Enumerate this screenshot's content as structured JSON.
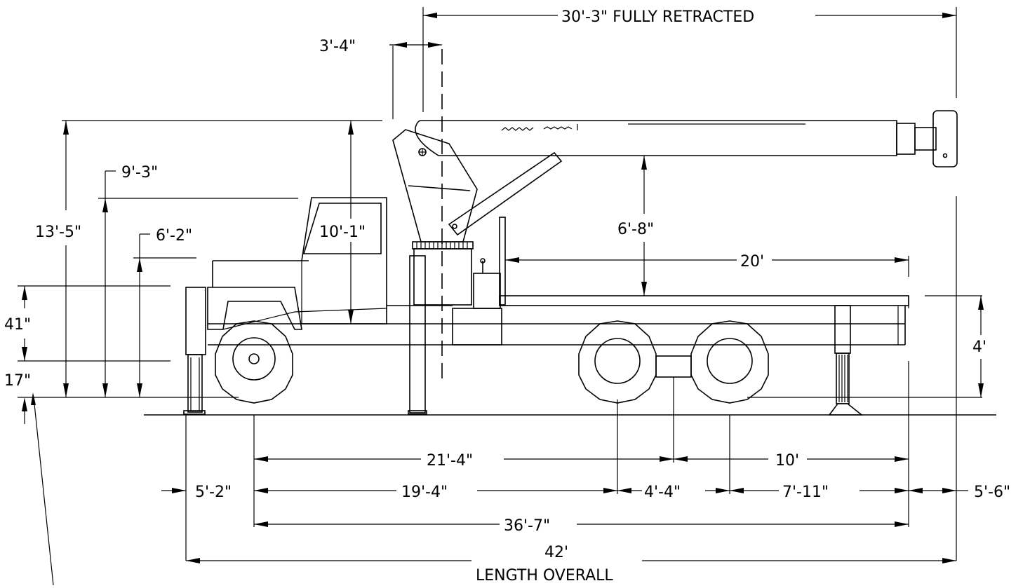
{
  "dimensions": {
    "boom_retracted": "30'-3\" FULLY RETRACTED",
    "boom_offset": "3'-4\"",
    "cab_height": "9'-3\"",
    "overall_height": "13'-5\"",
    "boom_height": "10'-1\"",
    "hood_height": "6'-2\"",
    "bumper_height": "41\"",
    "ground_clearance": "17\"",
    "boom_to_bed": "6'-8\"",
    "bed_length": "20'",
    "bed_height": "4'",
    "front_to_mid_tandem": "21'-4\"",
    "mid_tandem_to_end": "10'",
    "front_overhang": "5'-2\"",
    "wheelbase_front": "19'-4\"",
    "tandem_spacing": "4'-4\"",
    "rear_axle_to_end": "7'-11\"",
    "rear_overhang": "5'-6\"",
    "frame_length": "36'-7\"",
    "overall_length_value": "42'",
    "overall_length_label": "LENGTH OVERALL"
  }
}
